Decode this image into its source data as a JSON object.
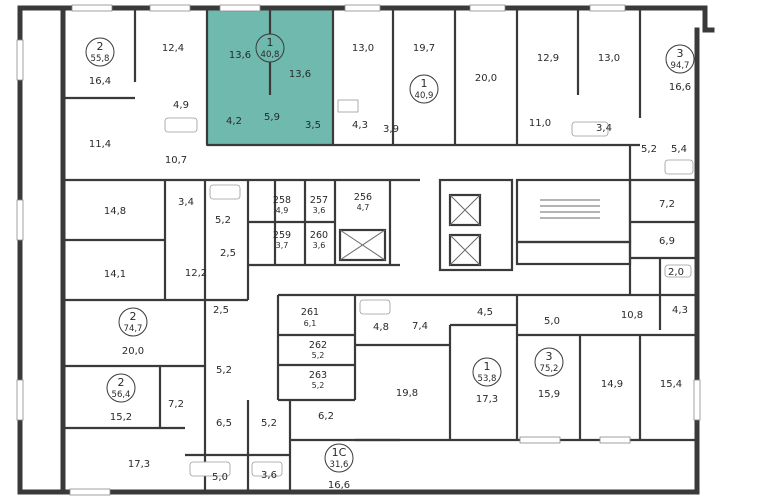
{
  "highlight_color": "#6fb9ae",
  "highlighted_apartment": {
    "rooms": "1",
    "area": "40,8",
    "room_areas": [
      "13,6",
      "13,6",
      "4,2",
      "5,9",
      "3,5"
    ]
  },
  "apartments": [
    {
      "rooms": "2",
      "area": "55,8"
    },
    {
      "rooms": "1",
      "area": "40,9"
    },
    {
      "rooms": "3",
      "area": "94,7"
    },
    {
      "rooms": "2",
      "area": "74,7"
    },
    {
      "rooms": "2",
      "area": "56,4"
    },
    {
      "rooms": "1",
      "area": "53,8"
    },
    {
      "rooms": "3",
      "area": "75,2"
    },
    {
      "rooms": "1С",
      "area": "31,6"
    }
  ],
  "storage_units": [
    {
      "number": "258",
      "area": "4,9"
    },
    {
      "number": "257",
      "area": "3,6"
    },
    {
      "number": "256",
      "area": "4,7"
    },
    {
      "number": "259",
      "area": "3,7"
    },
    {
      "number": "260",
      "area": "3,6"
    },
    {
      "number": "261",
      "area": "6,1"
    },
    {
      "number": "262",
      "area": "5,2"
    },
    {
      "number": "263",
      "area": "5,2"
    }
  ],
  "room_areas": [
    "16,4",
    "12,4",
    "4,9",
    "11,4",
    "10,7",
    "13,0",
    "4,3",
    "19,7",
    "3,9",
    "20,0",
    "12,9",
    "13,0",
    "11,0",
    "3,4",
    "16,6",
    "5,2",
    "5,4",
    "7,2",
    "6,9",
    "2,0",
    "4,3",
    "14,8",
    "3,4",
    "5,2",
    "2,5",
    "14,1",
    "12,2",
    "2,5",
    "20,0",
    "15,2",
    "7,2",
    "5,2",
    "6,5",
    "17,3",
    "5,0",
    "3,6",
    "5,2",
    "6,2",
    "16,6",
    "4,8",
    "7,4",
    "4,5",
    "19,8",
    "17,3",
    "5,0",
    "15,9",
    "10,8",
    "14,9",
    "15,4"
  ]
}
